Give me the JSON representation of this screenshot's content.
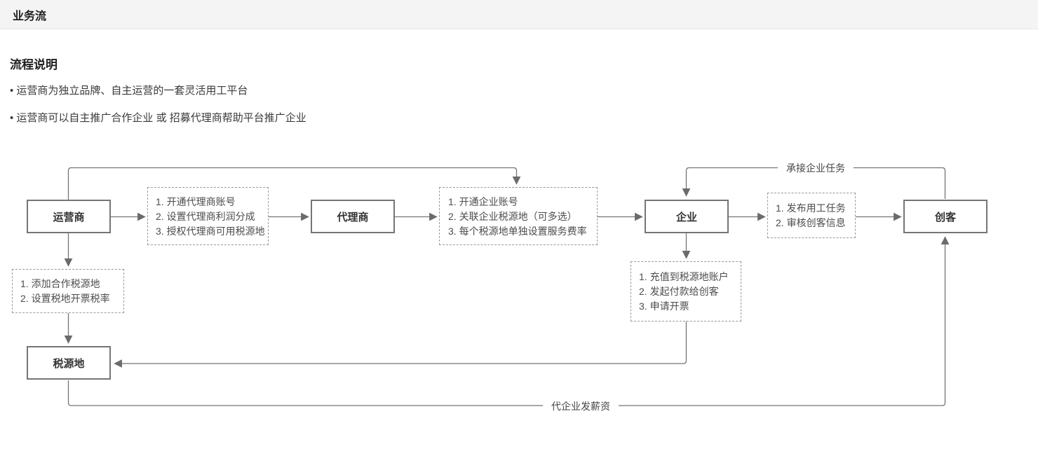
{
  "header": {
    "title": "业务流"
  },
  "section": {
    "heading": "流程说明",
    "bullets": [
      "• 运营商为独立品牌、自主运营的一套灵活用工平台",
      "• 运营商可以自主推广合作企业 或 招募代理商帮助平台推广企业"
    ]
  },
  "flow": {
    "nodes": [
      {
        "id": "operator",
        "label": "运营商"
      },
      {
        "id": "agent",
        "label": "代理商"
      },
      {
        "id": "enterprise",
        "label": "企业"
      },
      {
        "id": "maker",
        "label": "创客"
      },
      {
        "id": "tax-source",
        "label": "税源地"
      }
    ],
    "steps": {
      "agent_setup": [
        "1. 开通代理商账号",
        "2. 设置代理商利润分成",
        "3. 授权代理商可用税源地"
      ],
      "enterprise_setup": [
        "1. 开通企业账号",
        "2. 关联企业税源地（可多选）",
        "3. 每个税源地单独设置服务费率"
      ],
      "task_publish": [
        "1. 发布用工任务",
        "2. 审核创客信息"
      ],
      "payment": [
        "1. 充值到税源地账户",
        "2. 发起付款给创客",
        "3. 申请开票"
      ],
      "tax_setup": [
        "1. 添加合作税源地",
        "2. 设置税地开票税率"
      ]
    },
    "edge_labels": {
      "accept_task": "承接企业任务",
      "pay_salary": "代企业发薪资"
    }
  },
  "colors": {
    "header_bg": "#f4f4f4",
    "line": "#757575",
    "box_border": "#757575",
    "dashed_border": "#9a9a9a",
    "text": "#3a3a3a"
  }
}
